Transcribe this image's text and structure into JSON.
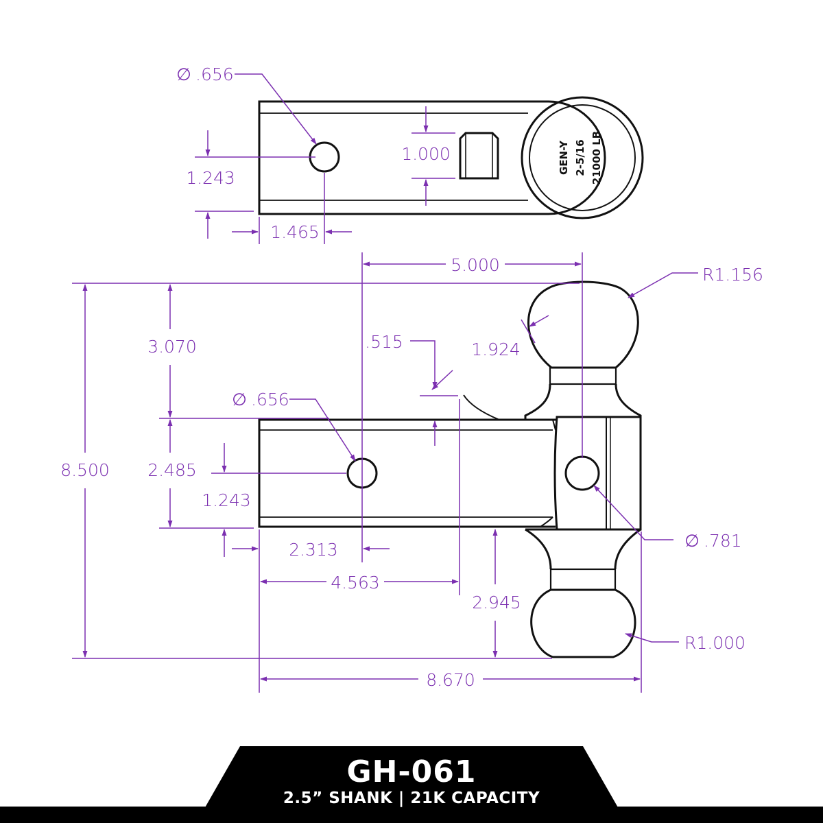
{
  "product": {
    "model": "GH-061",
    "spec": "2.5” SHANK | 21K CAPACITY"
  },
  "ball_stamp": {
    "brand": "GEN-Y",
    "ball_size": "2-5/16",
    "rating": "21000 LB"
  },
  "dimensions": {
    "top_view": {
      "hole_diameter": ".656",
      "hole_height": "1.243",
      "hole_offset": "1.465",
      "lock_width": "1.000"
    },
    "side_view": {
      "ball_spacing": "5.000",
      "upper_ball_radius": "R1.156",
      "overall_height": "8.500",
      "upper_ball_rise": "3.070",
      "notch_depth": ".515",
      "upper_ball_diameter": "1.924",
      "pin_hole_diameter": ".656",
      "shank_height": "2.485",
      "pin_hole_height": "1.243",
      "pin_hole_offset": "2.313",
      "pivot_hole_diameter": ".781",
      "shank_length": "4.563",
      "lower_ball_drop": "2.945",
      "lower_ball_radius": "R1.000",
      "overall_length": "8.670"
    }
  },
  "colors": {
    "dimension": "#7b2fb0",
    "outline": "#111111",
    "banner": "#000000",
    "background": "#ffffff"
  }
}
